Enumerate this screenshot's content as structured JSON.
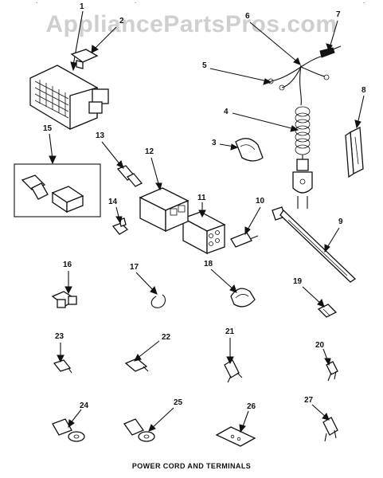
{
  "watermark": "AppliancePartsPros.com",
  "top_fragments": {
    "left": "·",
    "center": "·",
    "right": "·"
  },
  "caption": "POWER CORD AND TERMINALS",
  "callouts": [
    "1",
    "2",
    "3",
    "4",
    "5",
    "6",
    "7",
    "8",
    "9",
    "10",
    "11",
    "12",
    "13",
    "14",
    "15",
    "16",
    "17",
    "18",
    "19",
    "20",
    "21",
    "22",
    "23",
    "24",
    "25",
    "26",
    "27"
  ]
}
